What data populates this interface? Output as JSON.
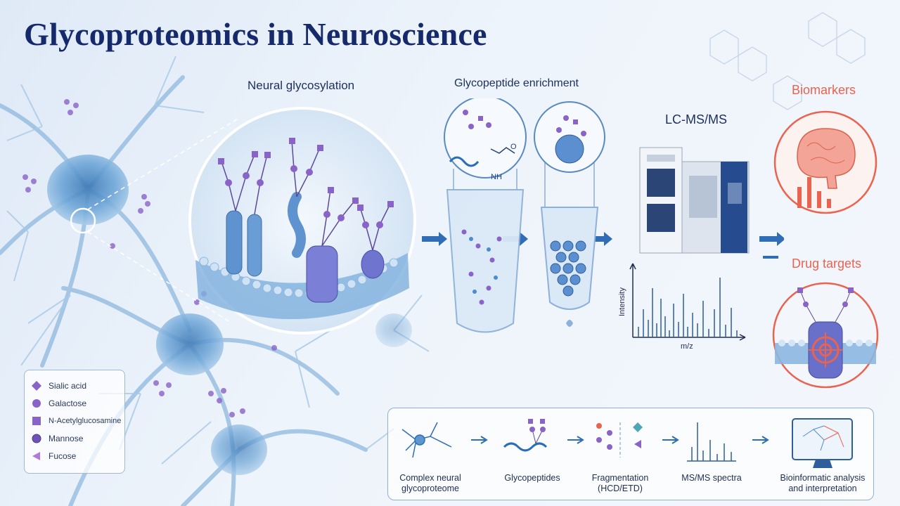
{
  "title": "Glycoproteomics in Neuroscience",
  "labels": {
    "neural_glycosylation": "Neural glycosylation",
    "glycopeptide_enrichment": "Glycopeptide enrichment",
    "lcmsms": "LC-MS/MS",
    "biomarkers": "Biomarkers",
    "drug_targets": "Drug targets",
    "intensity": "Intensity",
    "mz": "m/z",
    "nh": "NH",
    "o": "O"
  },
  "legend": [
    {
      "shape": "diamond",
      "label": "Sialic acid"
    },
    {
      "shape": "circle",
      "label": "Galactose"
    },
    {
      "shape": "square",
      "label": "N-Acetylglucosamine"
    },
    {
      "shape": "circle",
      "label": "Mannose"
    },
    {
      "shape": "triangle",
      "label": "Fucose"
    }
  ],
  "workflow": [
    {
      "line1": "Complex neural",
      "line2": "glycoproteome"
    },
    {
      "line1": "Glycopeptides",
      "line2": ""
    },
    {
      "line1": "Fragmentation",
      "line2": "(HCD/ETD)"
    },
    {
      "line1": "MS/MS spectra",
      "line2": ""
    },
    {
      "line1": "Bioinformatic analysis",
      "line2": "and interpretation"
    }
  ],
  "colors": {
    "title": "#15296b",
    "glycan": "#8a63c9",
    "accent_red": "#ea6250",
    "arrow_blue": "#2f6db7",
    "neuron_blue": "#5e97cf"
  }
}
